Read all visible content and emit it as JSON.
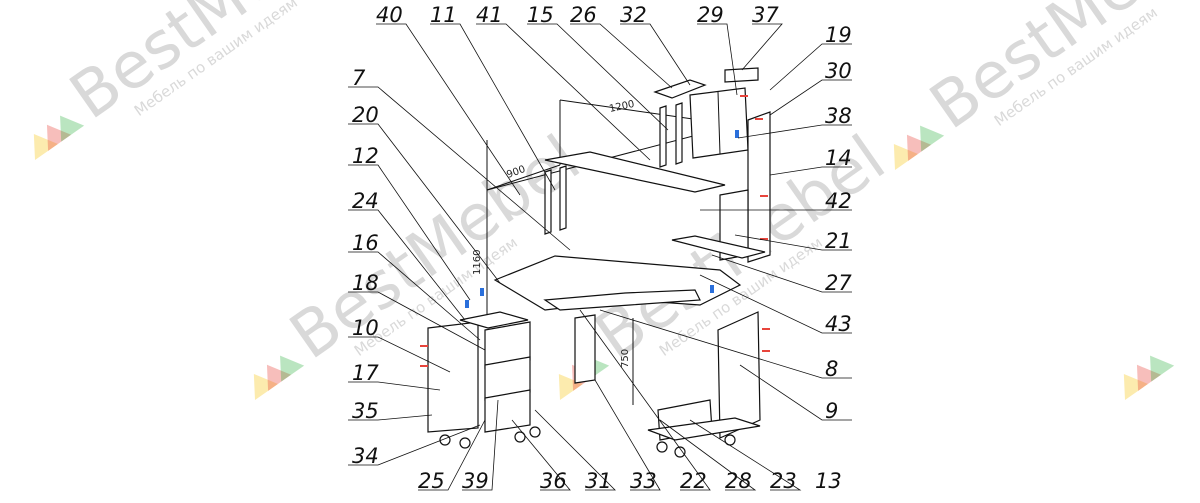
{
  "watermark": {
    "brand": "BestMebel",
    "tagline": "Мебель по вашим идеям",
    "colors": [
      "#f5c518",
      "#e8453c",
      "#3ab54a"
    ]
  },
  "dimensions": {
    "width": "1200",
    "depth": "900",
    "height": "1160",
    "depth2": "750"
  },
  "labels": {
    "top": [
      "40",
      "11",
      "41",
      "15",
      "26",
      "32",
      "29",
      "37"
    ],
    "right": [
      "19",
      "30",
      "38",
      "14",
      "42",
      "21",
      "27",
      "43",
      "8",
      "9"
    ],
    "left": [
      "7",
      "20",
      "12",
      "24",
      "16",
      "18",
      "10",
      "17",
      "35",
      "34"
    ],
    "bottom": [
      "25",
      "39",
      "36",
      "31",
      "33",
      "22",
      "28",
      "23",
      "13"
    ]
  }
}
